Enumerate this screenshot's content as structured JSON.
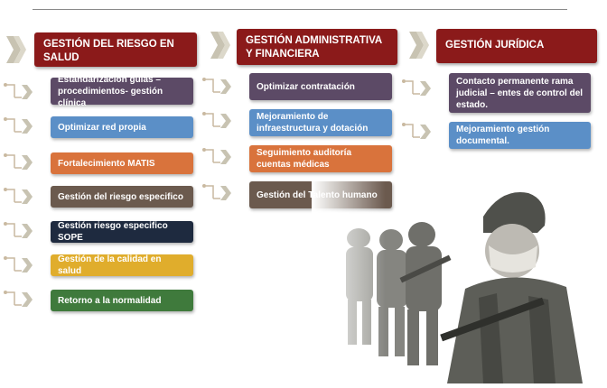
{
  "columns": [
    {
      "title": "GESTIÓN DEL RIESGO EN SALUD",
      "items": [
        {
          "label": "Estandarización guías – procedimientos- gestión clínica",
          "color": "#5c4a66"
        },
        {
          "label": "Optimizar red propia",
          "color": "#5b8fc7"
        },
        {
          "label": "Fortalecimiento MATIS",
          "color": "#d9733c"
        },
        {
          "label": "Gestión del riesgo especifico",
          "color": "#6b5a4e"
        },
        {
          "label": "Gestión riesgo especifico SOPE",
          "color": "#1e2a3f"
        },
        {
          "label": "Gestión de la calidad en salud",
          "color": "#e0ad2c"
        },
        {
          "label": "Retorno a la normalidad",
          "color": "#3f7a3c"
        }
      ]
    },
    {
      "title": "GESTIÓN ADMINISTRATIVA Y FINANCIERA",
      "items": [
        {
          "label": "Optimizar contratación",
          "color": "#5c4a66"
        },
        {
          "label": "Mejoramiento de infraestructura y dotación",
          "color": "#5b8fc7"
        },
        {
          "label": "Seguimiento auditoría cuentas médicas",
          "color": "#d9733c"
        },
        {
          "label": "Gestión del Talento humano",
          "color": "#6b5a4e"
        }
      ]
    },
    {
      "title": "GESTIÓN JURÍDICA",
      "items": [
        {
          "label": "Contacto permanente rama judicial – entes de control del estado.",
          "color": "#5c4a66"
        },
        {
          "label": "Mejoramiento gestión documental.",
          "color": "#5b8fc7"
        }
      ]
    }
  ],
  "colors": {
    "header_bg": "#8b1a1a",
    "chevron": "#c8c3b2",
    "bullet": "#c9b9a0"
  },
  "image": {
    "name": "soldiers-photo"
  }
}
